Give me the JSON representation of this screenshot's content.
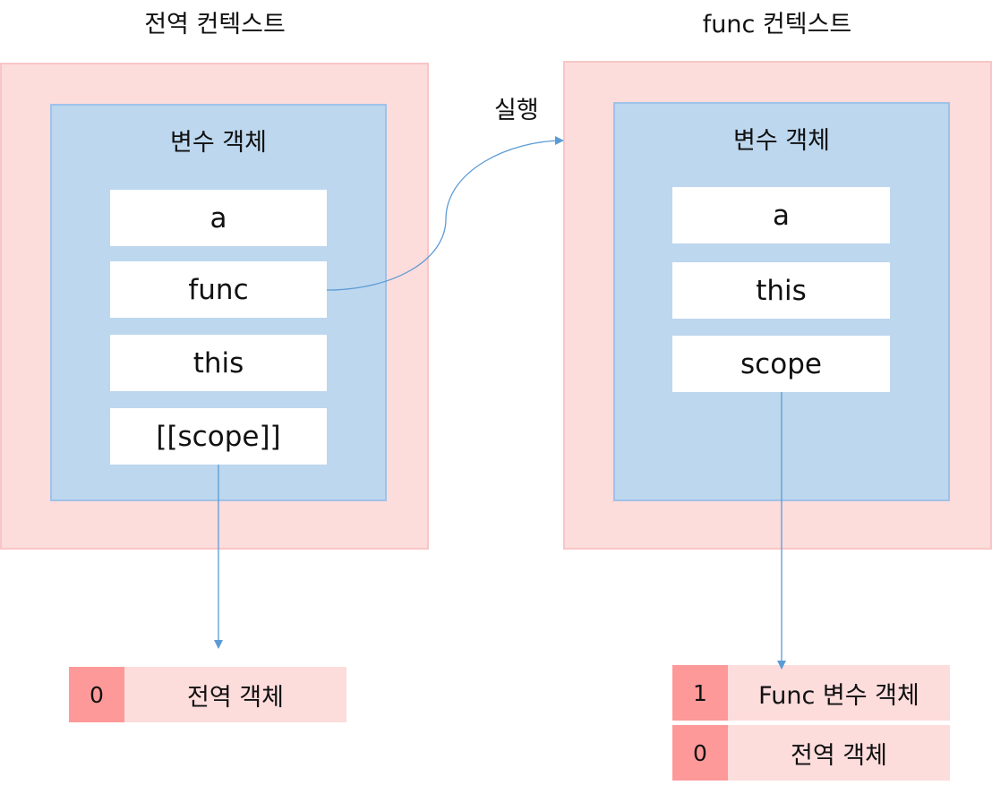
{
  "global_context": {
    "title": "전역 컨텍스트",
    "variable_object": {
      "title": "변수 객체",
      "items": [
        "a",
        "func",
        "this",
        "[[scope]]"
      ]
    }
  },
  "func_context": {
    "title": "func 컨텍스트",
    "variable_object": {
      "title": "변수 객체",
      "items": [
        "a",
        "this",
        "scope"
      ]
    }
  },
  "execute_label": "실행",
  "global_scope_chain": [
    {
      "index": "0",
      "label": "전역 객체"
    }
  ],
  "func_scope_chain": [
    {
      "index": "1",
      "label": "Func 변수 객체"
    },
    {
      "index": "0",
      "label": "전역 객체"
    }
  ],
  "colors": {
    "context_bg": "#fddcdc",
    "variable_object_bg": "#bdd7ee",
    "arrow": "#5b9bd5",
    "stack_index_bg": "#fd9999"
  }
}
